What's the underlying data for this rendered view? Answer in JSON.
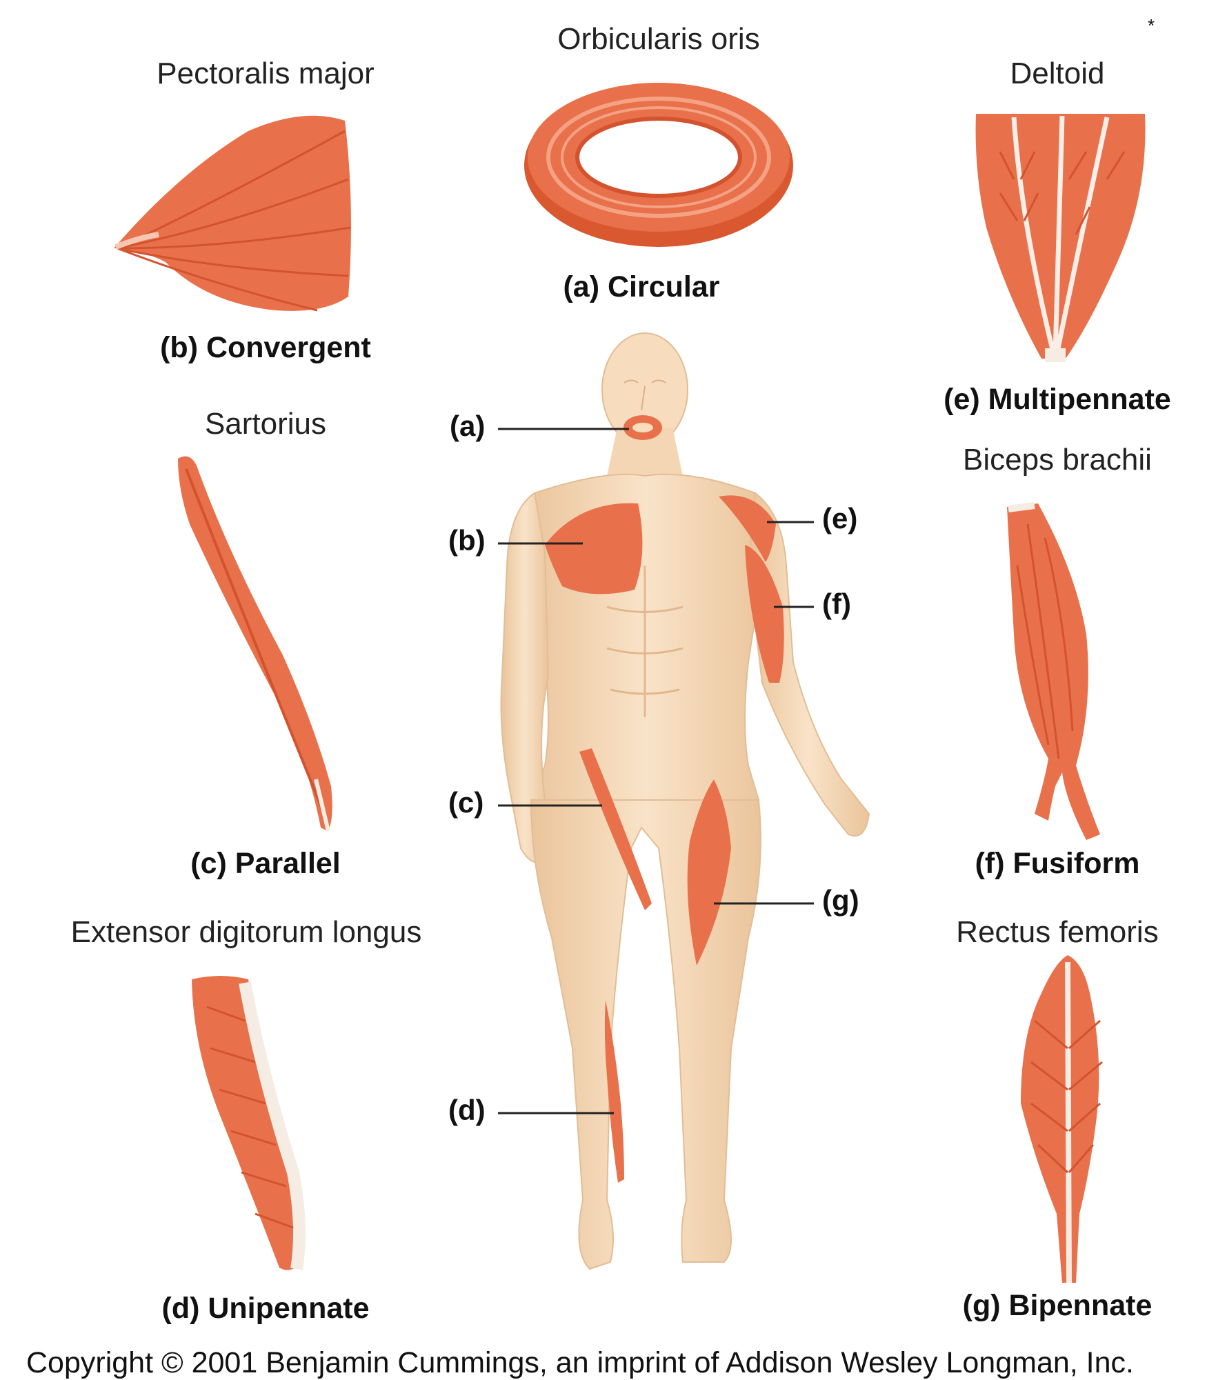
{
  "marker": "*",
  "muscles": {
    "a": {
      "name": "Orbicularis oris",
      "type": "(a) Circular"
    },
    "b": {
      "name": "Pectoralis major",
      "type": "(b) Convergent"
    },
    "c": {
      "name": "Sartorius",
      "type": "(c) Parallel"
    },
    "d": {
      "name": "Extensor digitorum longus",
      "type": "(d) Unipennate"
    },
    "e": {
      "name": "Deltoid",
      "type": "(e) Multipennate"
    },
    "f": {
      "name": "Biceps brachii",
      "type": "(f) Fusiform"
    },
    "g": {
      "name": "Rectus femoris",
      "type": "(g) Bipennate"
    }
  },
  "callouts": {
    "a": "(a)",
    "b": "(b)",
    "c": "(c)",
    "d": "(d)",
    "e": "(e)",
    "f": "(f)",
    "g": "(g)"
  },
  "copyright": "Copyright © 2001 Benjamin Cummings, an imprint of Addison Wesley Longman, Inc.",
  "colors": {
    "muscle": "#e8704a",
    "muscle_dark": "#d4532f",
    "skin": "#f7dcbd",
    "skin_shade": "#eac49b",
    "tendon": "#f5ece4"
  }
}
